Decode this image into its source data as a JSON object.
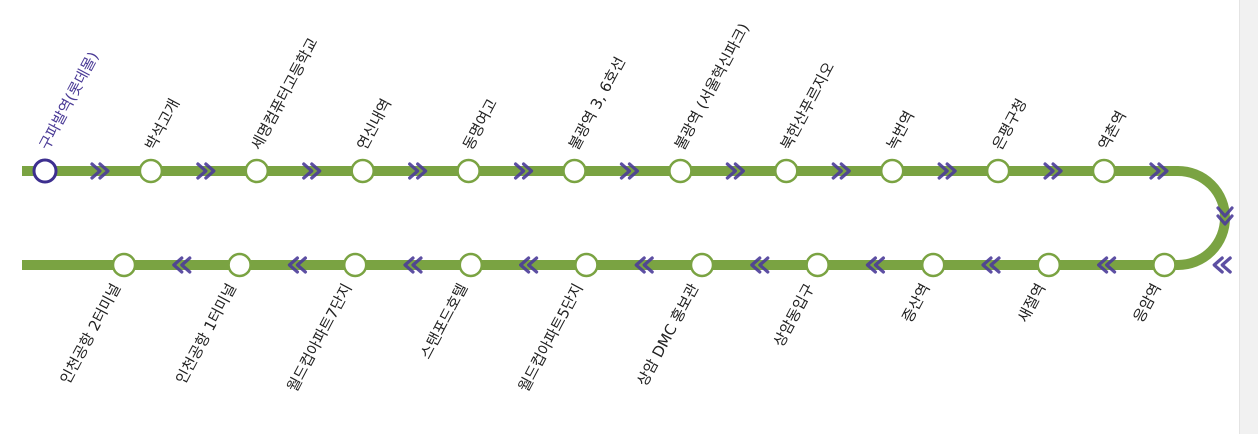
{
  "colors": {
    "line": "#7aa342",
    "stop_fill": "#ffffff",
    "stop_border": "#7aa342",
    "current_stop": "#3d2f8f",
    "arrow": "#4b3c99",
    "label": "#222222"
  },
  "route": {
    "current_stop_index": 0,
    "upper_row": [
      {
        "name": "구파발역(롯데몰)"
      },
      {
        "name": "박석고개"
      },
      {
        "name": "세명컴퓨터고등학교"
      },
      {
        "name": "연신내역"
      },
      {
        "name": "동명여고"
      },
      {
        "name": "불광역 3, 6호선"
      },
      {
        "name": "불광역 (서울혁신파크)"
      },
      {
        "name": "북한산푸르지오"
      },
      {
        "name": "녹번역"
      },
      {
        "name": "은평구청"
      },
      {
        "name": "역촌역"
      }
    ],
    "lower_row": [
      {
        "name": "인천공항 2터미널"
      },
      {
        "name": "인천공항 1터미널"
      },
      {
        "name": "월드컵아파트7단지"
      },
      {
        "name": "스탠포드호텔"
      },
      {
        "name": "월드컵아파트5단지"
      },
      {
        "name": "상암 DMC 홍보관"
      },
      {
        "name": "상암동입구"
      },
      {
        "name": "증산역"
      },
      {
        "name": "새절역"
      },
      {
        "name": "응암역"
      }
    ]
  }
}
